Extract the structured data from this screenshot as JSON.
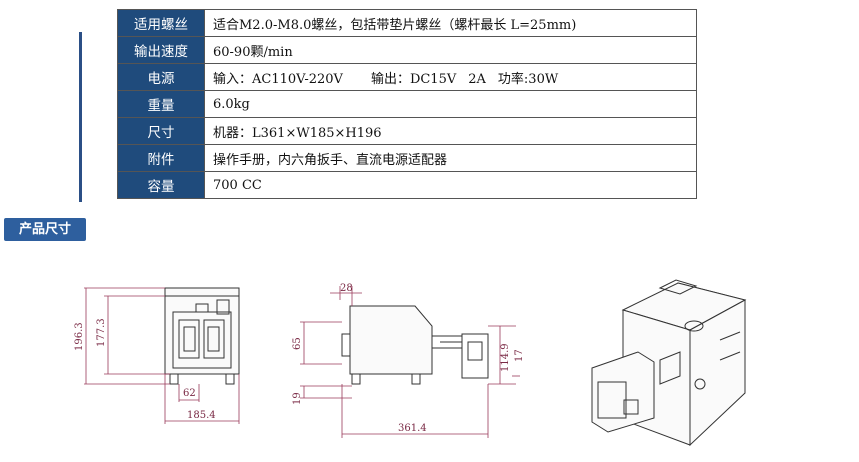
{
  "spec_rows": [
    {
      "label": "适用螺丝",
      "value": "适合M2.0-M8.0螺丝，包括带垫片螺丝（螺杆最长 L=25mm)"
    },
    {
      "label": "输出速度",
      "value": "60-90颗/min"
    },
    {
      "label": "电源",
      "input": "输入：AC110V-220V",
      "output": "输出：DC15V",
      "current": "2A",
      "power": "功率:30W"
    },
    {
      "label": "重量",
      "value": "6.0kg"
    },
    {
      "label": "尺寸",
      "value": "机器：L361×W185×H196"
    },
    {
      "label": "附件",
      "value": "操作手册，内六角扳手、直流电源适配器"
    },
    {
      "label": "容量",
      "value": "700 CC"
    }
  ],
  "section_tag": "产品尺寸",
  "dims": {
    "front_height_total": "196.3",
    "front_height_body": "177.3",
    "front_width_inner": "62",
    "front_width_total": "185.4",
    "side_top": "28",
    "side_left": "65",
    "side_bottom": "19",
    "side_right_1": "114.9",
    "side_right_2": "17",
    "side_length": "361.4"
  },
  "colors": {
    "table_header": "#1f4b7c",
    "tag": "#2e5f9e",
    "accent_bar": "#2b4f86",
    "dimension": "#9a3a5a"
  }
}
